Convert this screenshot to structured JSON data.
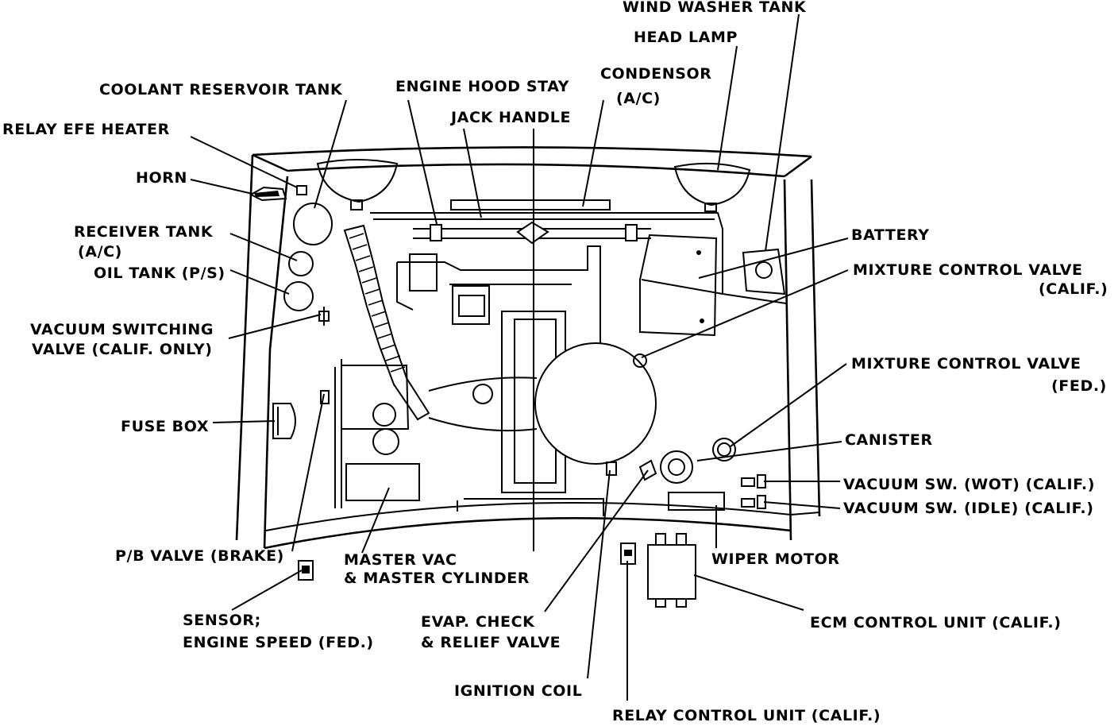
{
  "colors": {
    "ink": "#000000",
    "paper": "#ffffff"
  },
  "labels": {
    "wind_washer_tank": "WIND WASHER TANK",
    "head_lamp": "HEAD LAMP",
    "condensor": "CONDENSOR",
    "condensor_ac": "(A/C)",
    "coolant_reservoir_tank": "COOLANT RESERVOIR TANK",
    "engine_hood_stay": "ENGINE HOOD STAY",
    "jack_handle": "JACK HANDLE",
    "relay_efe_heater": "RELAY  EFE HEATER",
    "horn": "HORN",
    "receiver_tank": "RECEIVER TANK",
    "receiver_tank_ac": "(A/C)",
    "oil_tank": "OIL TANK (P/S)",
    "vacuum_switching_valve_1": "VACUUM SWITCHING",
    "vacuum_switching_valve_2": "VALVE (CALIF. ONLY)",
    "fuse_box": "FUSE BOX",
    "pb_valve": "P/B VALVE (BRAKE)",
    "master_vac_1": "MASTER VAC",
    "master_vac_2": "& MASTER CYLINDER",
    "sensor_1": "SENSOR;",
    "sensor_2": "ENGINE SPEED (FED.)",
    "evap_1": "EVAP. CHECK",
    "evap_2": "& RELIEF VALVE",
    "ignition_coil": "IGNITION COIL",
    "relay_control_unit": "RELAY  CONTROL UNIT (CALIF.)",
    "battery": "BATTERY",
    "mcv_calif_1": "MIXTURE CONTROL VALVE",
    "mcv_calif_2": "(CALIF.)",
    "mcv_fed_1": "MIXTURE CONTROL VALVE",
    "mcv_fed_2": "(FED.)",
    "canister": "CANISTER",
    "vacuum_sw_wot": "VACUUM SW. (WOT) (CALIF.)",
    "vacuum_sw_idle": "VACUUM SW. (IDLE) (CALIF.)",
    "wiper_motor": "WIPER MOTOR",
    "ecm_control_unit": "ECM CONTROL UNIT (CALIF.)"
  }
}
